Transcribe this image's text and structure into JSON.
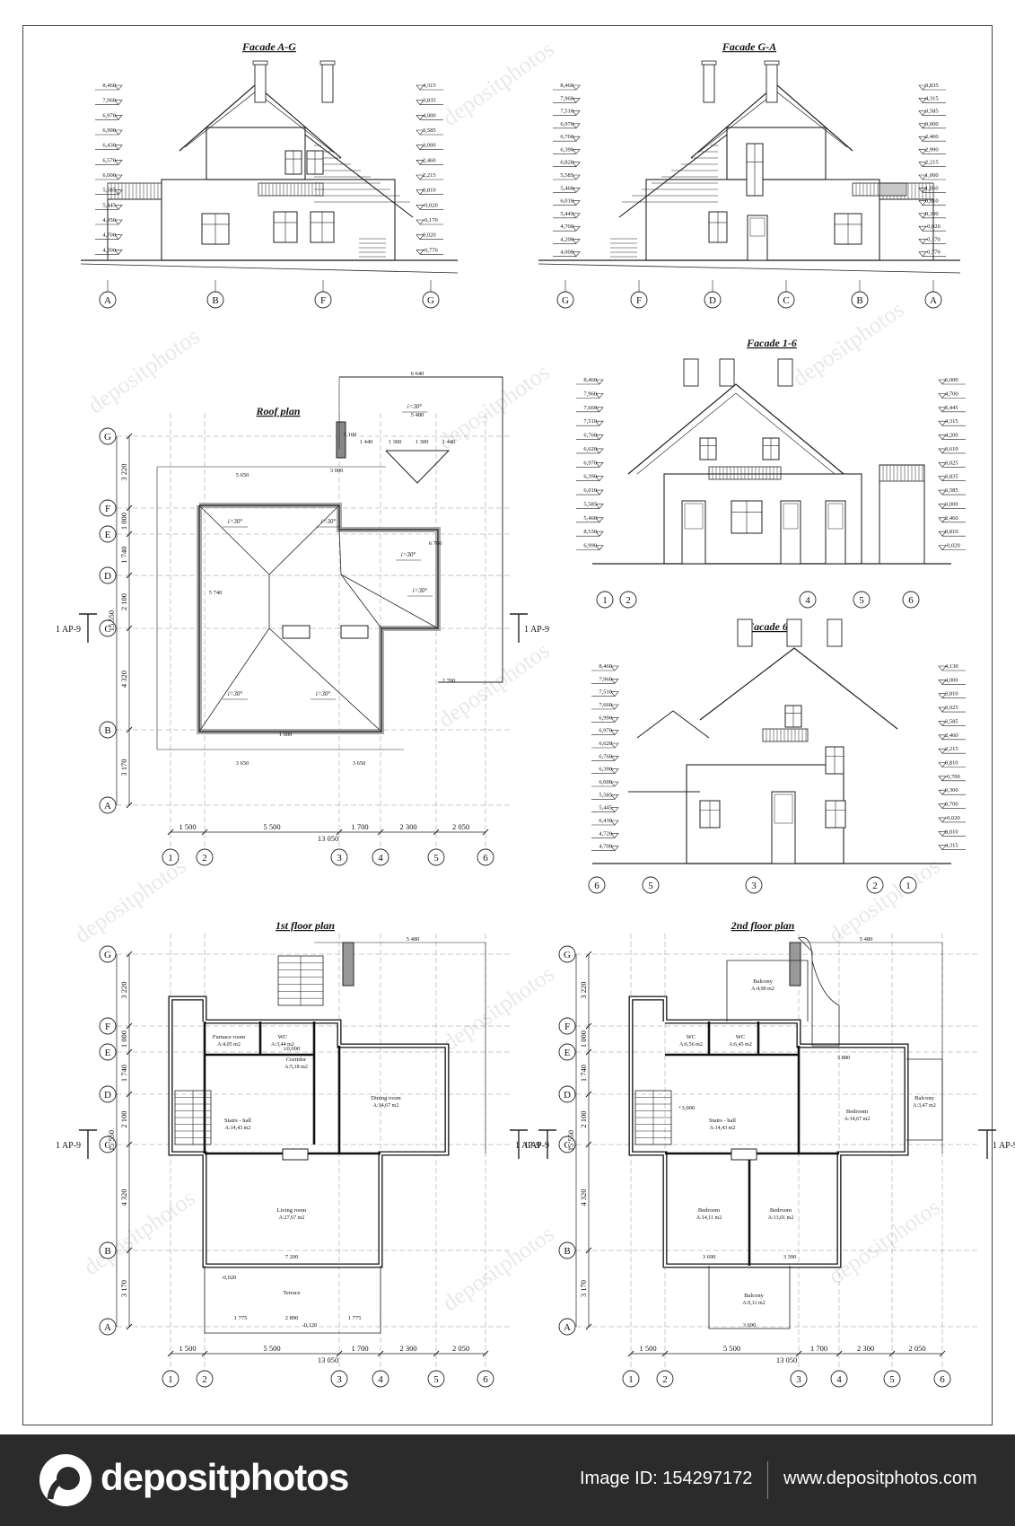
{
  "sheet": {
    "line_color": "#222222",
    "wall_color": "#111111",
    "grid_color": "#777777",
    "watermark_text": "depositphotos",
    "views": {
      "facade_ag": {
        "title": "Facade A-G",
        "axes": [
          "A",
          "B",
          "F",
          "G"
        ],
        "levels": [
          "8,460",
          "7,960",
          "6,970",
          "6,990",
          "6,430",
          "6,570",
          "6,000",
          "5,585",
          "5,445",
          "4,950",
          "4,700",
          "4,200",
          "4,315",
          "3,835",
          "4,000",
          "3,585",
          "3,000",
          "2,460",
          "2,215",
          "0,810",
          "-0,020",
          "-0,170",
          "0,020",
          "-0,770"
        ]
      },
      "facade_ga": {
        "title": "Facade G-A",
        "axes": [
          "G",
          "F",
          "D",
          "C",
          "B",
          "A"
        ],
        "levels": [
          "8,460",
          "7,960",
          "7,510",
          "6,970",
          "6,760",
          "6,390",
          "6,820",
          "5,585",
          "5,460",
          "6,010",
          "5,445",
          "4,700",
          "4,200",
          "4,000",
          "3,835",
          "4,315",
          "3,585",
          "3,000",
          "2,460",
          "2,990",
          "2,215",
          "1,000",
          "1,060",
          "0,810",
          "0,300",
          "-0,020",
          "-0,170",
          "-0,770"
        ]
      },
      "facade_16": {
        "title": "Facade 1-6",
        "axes": [
          "1",
          "2",
          "4",
          "5",
          "6"
        ],
        "levels": [
          "8,460",
          "7,960",
          "7,660",
          "7,510",
          "6,760",
          "6,620",
          "6,970",
          "6,390",
          "6,010",
          "5,585",
          "5,460",
          "8,530",
          "6,990",
          "6,000",
          "4,700",
          "5,445",
          "4,315",
          "4,200",
          "3,610",
          "3,025",
          "3,835",
          "3,585",
          "3,000",
          "2,460",
          "0,810",
          "-0,020"
        ]
      },
      "facade_61": {
        "title": "Facade 6-1",
        "axes": [
          "6",
          "5",
          "3",
          "2",
          "1"
        ],
        "levels": [
          "8,460",
          "7,960",
          "7,510",
          "7,660",
          "6,990",
          "6,970",
          "6,620",
          "6,760",
          "6,390",
          "6,000",
          "5,585",
          "5,445",
          "6,430",
          "4,720",
          "4,700",
          "4,130",
          "4,000",
          "3,810",
          "3,025",
          "3,585",
          "2,460",
          "2,215",
          "0,810",
          "-0,700",
          "0,300",
          "0,700",
          "-0,020",
          "8,010",
          "4,315"
        ]
      },
      "roof_plan": {
        "title": "Roof plan",
        "section_mark": "1 AP-9",
        "row_axes": [
          "G",
          "F",
          "E",
          "D",
          "C",
          "B",
          "A"
        ],
        "col_axes": [
          "1",
          "2",
          "3",
          "4",
          "5",
          "6"
        ],
        "col_dims": [
          "1 500",
          "5 500",
          "1 700",
          "2 300",
          "2 050"
        ],
        "total_width": "13 050",
        "row_dims": [
          "3 220",
          "1 000",
          "1 740",
          "2 100",
          "4 320",
          "3 170"
        ],
        "total_height": "15 550",
        "slopes": [
          "i=30°",
          "i=30°",
          "i=30°",
          "i=30°",
          "i=30°",
          "i=30°",
          "i=30°"
        ],
        "dims": [
          "6 640",
          "5 480",
          "1 440",
          "1 300",
          "1 300",
          "1 440",
          "5 650",
          "3 000",
          "6 760",
          "5 740",
          "3 650",
          "3 650",
          "1 600",
          "2 700",
          "5 100"
        ]
      },
      "floor1": {
        "title": "1st floor plan",
        "section_mark": "1 AP-9",
        "row_axes": [
          "G",
          "F",
          "E",
          "D",
          "C",
          "B",
          "A"
        ],
        "col_axes": [
          "1",
          "2",
          "3",
          "4",
          "5",
          "6"
        ],
        "col_dims": [
          "1 500",
          "5 500",
          "1 700",
          "2 300",
          "2 050"
        ],
        "total_width": "13 050",
        "row_dims": [
          "3 220",
          "1 000",
          "1 740",
          "2 100",
          "4 320",
          "3 170"
        ],
        "total_height": "15 550",
        "rooms": [
          {
            "name": "Furnace room",
            "area": "A:4,05 m2"
          },
          {
            "name": "WC",
            "area": "A:3,44 m2"
          },
          {
            "name": "Corridor",
            "area": "A:5,18 m2"
          },
          {
            "name": "Stairs - hall",
            "area": "A:14,43 m2"
          },
          {
            "name": "Dining room",
            "area": "A:14,67 m2"
          },
          {
            "name": "Living room",
            "area": "A:27,67 m2"
          },
          {
            "name": "Terrace",
            "area": ""
          }
        ],
        "marks": [
          "±0,000",
          "-0,020",
          "-0,120",
          "5 480",
          "7 200",
          "2 890",
          "1 775",
          "1 775"
        ]
      },
      "floor2": {
        "title": "2nd floor plan",
        "section_mark": "1 AP-9",
        "row_axes": [
          "G",
          "F",
          "E",
          "D",
          "C",
          "B",
          "A"
        ],
        "col_axes": [
          "1",
          "2",
          "3",
          "4",
          "5",
          "6"
        ],
        "col_dims": [
          "1 500",
          "5 500",
          "1 700",
          "2 300",
          "2 050"
        ],
        "total_width": "13 050",
        "row_dims": [
          "3 220",
          "1 000",
          "1 740",
          "2 100",
          "4 320",
          "3 170"
        ],
        "total_height": "15 550",
        "rooms": [
          {
            "name": "Balcony",
            "area": "A:4,90 m2"
          },
          {
            "name": "WC",
            "area": "A:6,56 m2"
          },
          {
            "name": "WC",
            "area": "A:6,45 m2"
          },
          {
            "name": "Stairs - hall",
            "area": "A:14,43 m2"
          },
          {
            "name": "Bedroom",
            "area": "A:14,67 m2"
          },
          {
            "name": "Balcony",
            "area": "A:3,47 m2"
          },
          {
            "name": "Bedroom",
            "area": "A:14,11 m2"
          },
          {
            "name": "Bedroom",
            "area": "A:13,01 m2"
          },
          {
            "name": "Balcony",
            "area": "A:9,11 m2"
          }
        ],
        "marks": [
          "+3,000",
          "5 480",
          "3 880",
          "3 690",
          "3 390",
          "3 690"
        ]
      }
    }
  },
  "footer": {
    "brand": "depositphotos",
    "image_id": "Image ID: 154297172",
    "website": "www.depositphotos.com"
  }
}
